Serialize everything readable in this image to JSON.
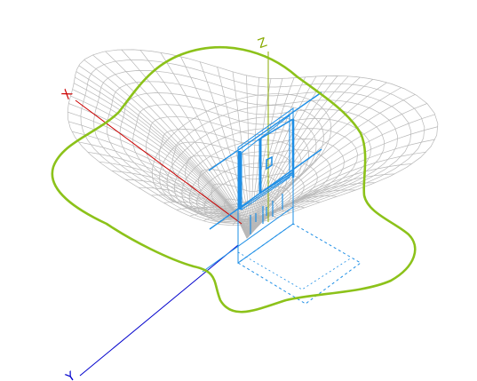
{
  "viewport": {
    "background": "#ffffff"
  },
  "axes": {
    "x": {
      "label": "X",
      "color": "#cc0000"
    },
    "y": {
      "label": "Y",
      "color": "#0000cc"
    },
    "z": {
      "label": "Z",
      "color": "#88aa00"
    }
  },
  "model": {
    "outline_color": "#8cc21a",
    "mesh_color": "#b8b8b8",
    "structure_color": "#1e8fe6"
  }
}
